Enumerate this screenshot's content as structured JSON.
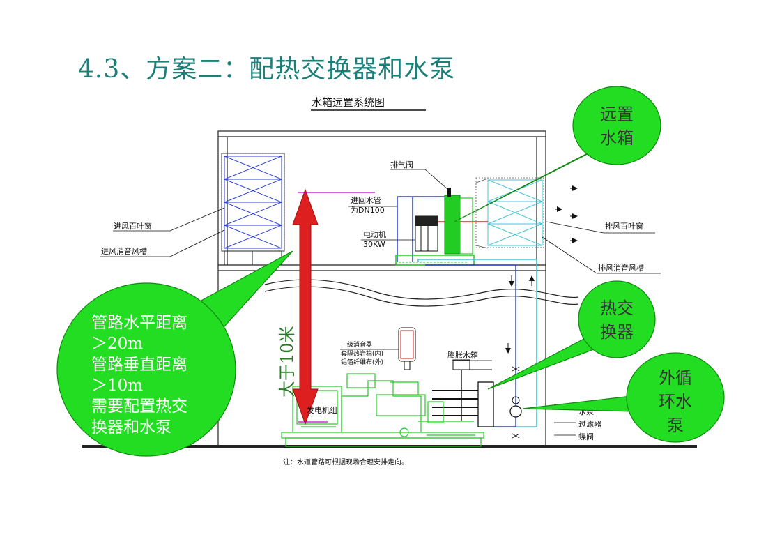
{
  "slide": {
    "title": "4.3、方案二：配热交换器和水泵"
  },
  "diagram": {
    "caption": "水箱远置系统图",
    "labels": {
      "intake_louver": "进风百叶窗",
      "intake_silencer": "进风消音风槽",
      "exhaust_valve": "排气阀",
      "inlet_return_pipe": "进回水管",
      "pipe_spec": "为DN100",
      "motor": "电动机",
      "motor_power": "30KW",
      "exhaust_louver": "排风百叶窗",
      "exhaust_silencer": "排风消音风槽",
      "muffler_1": "一级消音器",
      "muffler_2": "套隔热岩棉(内)",
      "muffler_3": "铝箔纤维布(外)",
      "expansion_tank": "膨胀水箱",
      "genset": "发电机组",
      "water_pump": "水泵",
      "filter": "过滤器",
      "valve": "蝶阀",
      "height_vertical": "大于10米"
    },
    "note": "注：水道管路可根据现场合理安排走向。"
  },
  "callouts": {
    "remote_tank": [
      "远置",
      "水箱"
    ],
    "heat_exchanger": [
      "热交",
      "换器"
    ],
    "circulation_pump": [
      "外循",
      "环水",
      "泵"
    ],
    "requirements": [
      "管路水平距离",
      "＞20m",
      "管路垂直距离",
      "＞10m",
      "需要配置热交",
      "换器和水泵"
    ]
  },
  "colors": {
    "title": "#1b7f7a",
    "bubble": "#22dd22",
    "arrow_red": "#dd1f1f",
    "louver_blue": "#2b3fd6",
    "cyan": "#44c4d8",
    "green_equipment": "#22cc22",
    "magenta": "#c000c0"
  }
}
